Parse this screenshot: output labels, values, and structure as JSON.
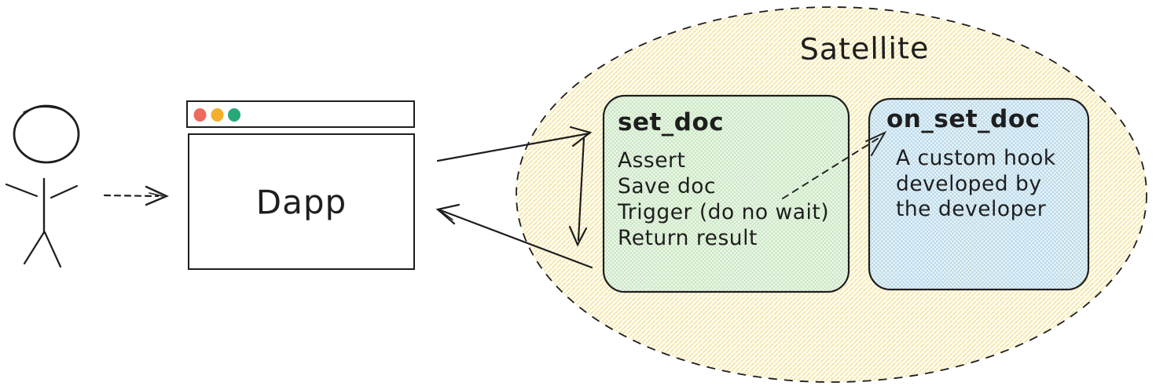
{
  "diagram": {
    "actor": {
      "description": "stick-figure user"
    },
    "dapp": {
      "label": "Dapp"
    },
    "satellite": {
      "label": "Satellite"
    },
    "set_doc": {
      "title": "set_doc",
      "items": [
        "Assert",
        "Save doc",
        "Trigger (do no wait)",
        "Return result"
      ]
    },
    "on_set_doc": {
      "title": "on_set_doc",
      "description": "A custom hook developed by the developer",
      "lines": [
        "A custom hook",
        "developed by",
        "the developer"
      ]
    }
  },
  "colors": {
    "stroke": "#1e1e1e",
    "traffic_red": "#ed6a5f",
    "traffic_yellow": "#f4b02a",
    "traffic_green": "#27a878",
    "satellite_fill_base": "#fffdf2",
    "satellite_hatch": "#f3e3a5",
    "set_doc_fill_base": "#f2faef",
    "set_doc_hatch": "#c6e5bf",
    "on_set_doc_fill_base": "#eff7fb",
    "on_set_doc_hatch": "#b6d7e8"
  }
}
